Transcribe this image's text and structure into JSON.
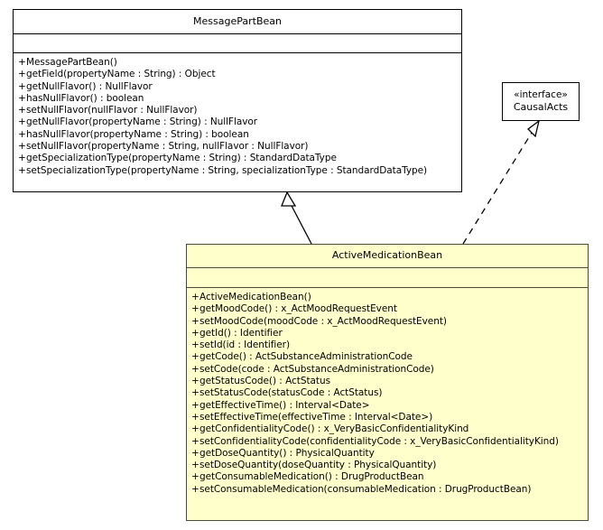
{
  "diagram": {
    "type": "uml-class-diagram",
    "background_color": "#ffffff",
    "classes": [
      {
        "id": "message-part-bean",
        "name": "MessagePartBean",
        "stereotype": "",
        "fill_color": "#ffffff",
        "border_color": "#000000",
        "attributes": [],
        "methods": [
          {
            "visibility": "+",
            "text": "MessagePartBean()"
          },
          {
            "visibility": "+",
            "text": "getField(propertyName : String) : Object"
          },
          {
            "visibility": "+",
            "text": "getNullFlavor() : NullFlavor"
          },
          {
            "visibility": "+",
            "text": "hasNullFlavor() : boolean"
          },
          {
            "visibility": "+",
            "text": "setNullFlavor(nullFlavor : NullFlavor)"
          },
          {
            "visibility": "+",
            "text": "getNullFlavor(propertyName : String) : NullFlavor"
          },
          {
            "visibility": "+",
            "text": "hasNullFlavor(propertyName : String) : boolean"
          },
          {
            "visibility": "+",
            "text": "setNullFlavor(propertyName : String, nullFlavor : NullFlavor)"
          },
          {
            "visibility": "+",
            "text": "getSpecializationType(propertyName : String) : StandardDataType"
          },
          {
            "visibility": "+",
            "text": "setSpecializationType(propertyName : String, specializationType : StandardDataType)"
          }
        ]
      },
      {
        "id": "causal-acts",
        "name": "CausalActs",
        "stereotype": "«interface»",
        "fill_color": "#ffffff",
        "border_color": "#000000",
        "attributes": [],
        "methods": []
      },
      {
        "id": "active-medication-bean",
        "name": "ActiveMedicationBean",
        "stereotype": "",
        "fill_color": "#ffffcc",
        "border_color": "#4c4c3a",
        "attributes": [],
        "methods": [
          {
            "visibility": "+",
            "text": "ActiveMedicationBean()"
          },
          {
            "visibility": "+",
            "text": "getMoodCode() : x_ActMoodRequestEvent"
          },
          {
            "visibility": "+",
            "text": "setMoodCode(moodCode : x_ActMoodRequestEvent)"
          },
          {
            "visibility": "+",
            "text": "getId() : Identifier"
          },
          {
            "visibility": "+",
            "text": "setId(id : Identifier)"
          },
          {
            "visibility": "+",
            "text": "getCode() : ActSubstanceAdministrationCode"
          },
          {
            "visibility": "+",
            "text": "setCode(code : ActSubstanceAdministrationCode)"
          },
          {
            "visibility": "+",
            "text": "getStatusCode() : ActStatus"
          },
          {
            "visibility": "+",
            "text": "setStatusCode(statusCode : ActStatus)"
          },
          {
            "visibility": "+",
            "text": "getEffectiveTime() : Interval<Date>"
          },
          {
            "visibility": "+",
            "text": "setEffectiveTime(effectiveTime : Interval<Date>)"
          },
          {
            "visibility": "+",
            "text": "getConfidentialityCode() : x_VeryBasicConfidentialityKind"
          },
          {
            "visibility": "+",
            "text": "setConfidentialityCode(confidentialityCode : x_VeryBasicConfidentialityKind)"
          },
          {
            "visibility": "+",
            "text": "getDoseQuantity() : PhysicalQuantity"
          },
          {
            "visibility": "+",
            "text": "setDoseQuantity(doseQuantity : PhysicalQuantity)"
          },
          {
            "visibility": "+",
            "text": "getConsumableMedication() : DrugProductBean"
          },
          {
            "visibility": "+",
            "text": "setConsumableMedication(consumableMedication : DrugProductBean)"
          }
        ]
      }
    ],
    "relationships": [
      {
        "id": "generalization-active-medication-to-message-part",
        "kind": "generalization",
        "line_style": "solid",
        "arrow_head": "hollow-triangle",
        "source": "ActiveMedicationBean",
        "target": "MessagePartBean"
      },
      {
        "id": "realization-active-medication-to-causal-acts",
        "kind": "realization",
        "line_style": "dashed",
        "arrow_head": "hollow-triangle",
        "source": "ActiveMedicationBean",
        "target": "CausalActs"
      }
    ]
  }
}
